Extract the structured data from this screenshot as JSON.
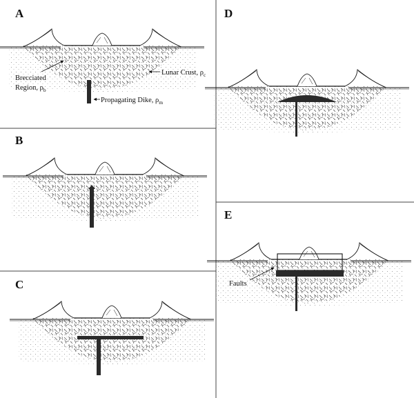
{
  "panels": [
    {
      "id": "A",
      "letter": "A"
    },
    {
      "id": "B",
      "letter": "B"
    },
    {
      "id": "C",
      "letter": "C"
    },
    {
      "id": "D",
      "letter": "D"
    },
    {
      "id": "E",
      "letter": "E"
    }
  ],
  "labels": {
    "brecciated": "Brecciated",
    "region": "Region, ",
    "rho": "ρ",
    "sub_b": "b",
    "lunar_crust": "Lunar Crust, ",
    "sub_c": "c",
    "propagating_dike": "Propagating Dike, ",
    "sub_m": "m",
    "faults": "Faults"
  },
  "colors": {
    "line": "#111111",
    "dike": "#2a2a2a",
    "stipple": "#9a9a9a"
  }
}
